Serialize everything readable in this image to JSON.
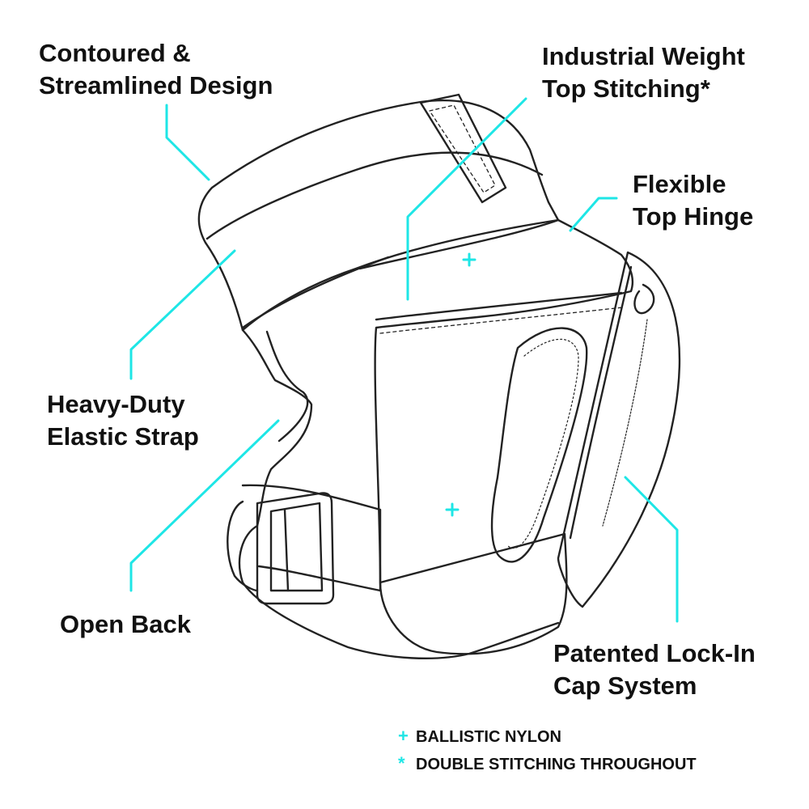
{
  "colors": {
    "accent": "#1ee6e6",
    "outline": "#222222",
    "text": "#111111"
  },
  "callouts": [
    {
      "id": "contoured",
      "lines": [
        "Contoured &",
        "Streamlined Design"
      ]
    },
    {
      "id": "stitching",
      "lines": [
        "Industrial Weight",
        "Top Stitching*"
      ]
    },
    {
      "id": "hinge",
      "lines": [
        "Flexible",
        "Top Hinge"
      ]
    },
    {
      "id": "strap",
      "lines": [
        "Heavy-Duty",
        "Elastic Strap"
      ]
    },
    {
      "id": "open_back",
      "lines": [
        "Open Back"
      ]
    },
    {
      "id": "cap",
      "lines": [
        "Patented Lock-In",
        "Cap System"
      ]
    }
  ],
  "legend": [
    {
      "symbol": "+",
      "symbol_name": "plus-icon",
      "text": "BALLISTIC NYLON"
    },
    {
      "symbol": "*",
      "symbol_name": "asterisk-icon",
      "text": "DOUBLE STITCHING THROUGHOUT"
    }
  ]
}
